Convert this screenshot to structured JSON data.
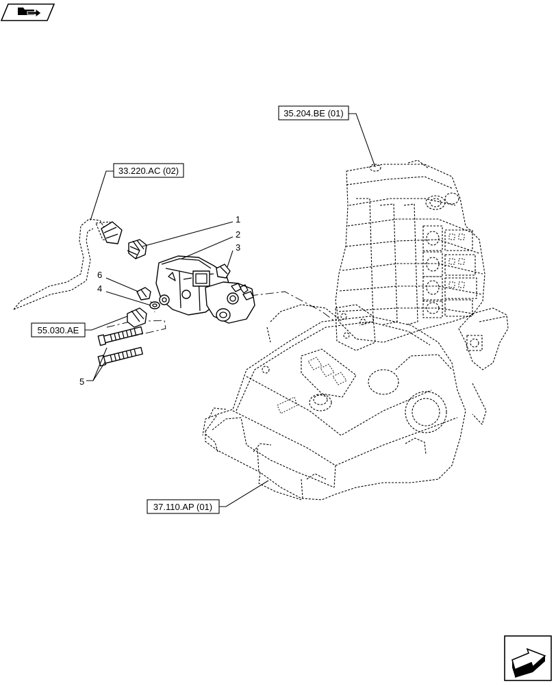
{
  "references": {
    "hydraulic_valve_block": "35.204.BE (01)",
    "hose_line": "33.220.AC (02)",
    "sensor_port": "55.030.AE",
    "transmission_housing": "37.110.AP (01)"
  },
  "callouts": [
    "1",
    "2",
    "3",
    "4",
    "5",
    "6"
  ],
  "icons": {
    "top_left": "folder-arrow-icon",
    "bottom_right": "next-page-arrow-icon"
  }
}
